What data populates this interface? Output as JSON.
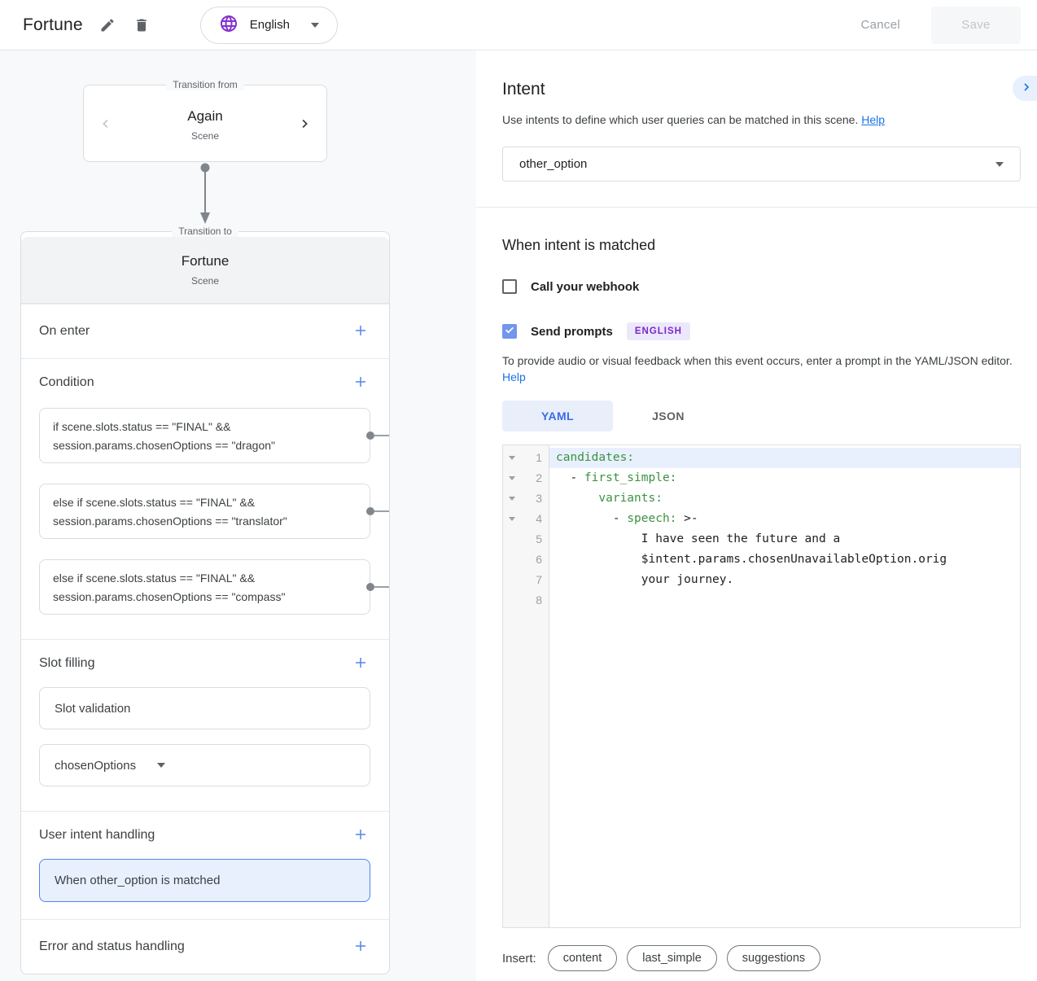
{
  "header": {
    "title": "Fortune",
    "language": "English",
    "cancel_label": "Cancel",
    "save_label": "Save"
  },
  "canvas": {
    "transition_from": {
      "legend": "Transition from",
      "name": "Again",
      "type": "Scene"
    },
    "transition_to": {
      "legend": "Transition to",
      "name": "Fortune",
      "type": "Scene"
    },
    "sections": {
      "on_enter": "On enter",
      "condition": "Condition",
      "slot_filling": "Slot filling",
      "user_intent_handling": "User intent handling",
      "error_handling": "Error and status handling"
    },
    "conditions": [
      {
        "line1": "if scene.slots.status == \"FINAL\" &&",
        "line2": "session.params.chosenOptions == \"dragon\""
      },
      {
        "line1": "else if scene.slots.status == \"FINAL\" &&",
        "line2": "session.params.chosenOptions == \"translator\""
      },
      {
        "line1": "else if scene.slots.status == \"FINAL\" &&",
        "line2": "session.params.chosenOptions == \"compass\""
      }
    ],
    "slot_validation_label": "Slot validation",
    "slot_name": "chosenOptions",
    "intent_handler_label": "When other_option is matched"
  },
  "intent_panel": {
    "title": "Intent",
    "description": "Use intents to define which user queries can be matched in this scene.",
    "help_label": "Help",
    "selected_intent": "other_option",
    "matched": {
      "title": "When intent is matched",
      "webhook_label": "Call your webhook",
      "send_prompts_label": "Send prompts",
      "language_badge": "ENGLISH",
      "description": "To provide audio or visual feedback when this event occurs, enter a prompt in the YAML/JSON editor.",
      "help_label": "Help"
    },
    "tabs": {
      "yaml": "YAML",
      "json": "JSON"
    },
    "editor": {
      "lines": [
        {
          "num": 1,
          "fold": true,
          "active": true,
          "segments": [
            {
              "t": "candidates:",
              "c": "key"
            }
          ]
        },
        {
          "num": 2,
          "fold": true,
          "active": false,
          "segments": [
            {
              "t": "  - ",
              "c": "plain"
            },
            {
              "t": "first_simple:",
              "c": "key"
            }
          ]
        },
        {
          "num": 3,
          "fold": true,
          "active": false,
          "segments": [
            {
              "t": "      ",
              "c": "plain"
            },
            {
              "t": "variants:",
              "c": "key"
            }
          ]
        },
        {
          "num": 4,
          "fold": true,
          "active": false,
          "segments": [
            {
              "t": "        - ",
              "c": "plain"
            },
            {
              "t": "speech:",
              "c": "key"
            },
            {
              "t": " >-",
              "c": "plain"
            }
          ]
        },
        {
          "num": 5,
          "fold": false,
          "active": false,
          "segments": [
            {
              "t": "            I have seen the future and a",
              "c": "plain"
            }
          ]
        },
        {
          "num": 6,
          "fold": false,
          "active": false,
          "segments": [
            {
              "t": "            $intent.params.chosenUnavailableOption.orig",
              "c": "plain"
            }
          ]
        },
        {
          "num": 7,
          "fold": false,
          "active": false,
          "segments": [
            {
              "t": "            your journey.",
              "c": "plain"
            }
          ]
        },
        {
          "num": 8,
          "fold": false,
          "active": false,
          "segments": []
        }
      ]
    },
    "insert": {
      "label": "Insert:",
      "chips": [
        "content",
        "last_simple",
        "suggestions"
      ]
    }
  },
  "colors": {
    "accent_blue": "#1a73e8",
    "selection_blue": "#e8f0fe",
    "checkbox_checked": "#7295ee",
    "yaml_key_green": "#3c9141",
    "badge_purple_text": "#7c26c9",
    "badge_purple_bg": "#ece8fb",
    "globe_purple": "#8430ce",
    "card_border": "#dadce0",
    "panel_bg": "#f8f9fa"
  }
}
